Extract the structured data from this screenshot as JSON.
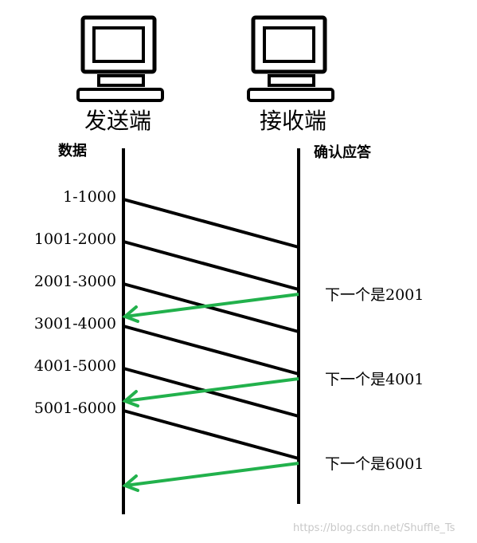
{
  "sender": {
    "title": "发送端",
    "column_label": "数据"
  },
  "receiver": {
    "title": "接收端",
    "column_label": "确认应答"
  },
  "segments": [
    {
      "label": "1-1000"
    },
    {
      "label": "1001-2000"
    },
    {
      "label": "2001-3000"
    },
    {
      "label": "3001-4000"
    },
    {
      "label": "4001-5000"
    },
    {
      "label": "5001-6000"
    }
  ],
  "acks": [
    {
      "label": "下一个是2001",
      "after_segment": 2
    },
    {
      "label": "下一个是4001",
      "after_segment": 4
    },
    {
      "label": "下一个是6001",
      "after_segment": 6
    }
  ],
  "colors": {
    "data_line": "#000000",
    "ack_line": "#22b14c",
    "watermark": "#c8c8c8"
  },
  "icons": [
    "computer-icon",
    "computer-icon"
  ],
  "watermark": "https://blog.csdn.net/Shuffle_Ts"
}
